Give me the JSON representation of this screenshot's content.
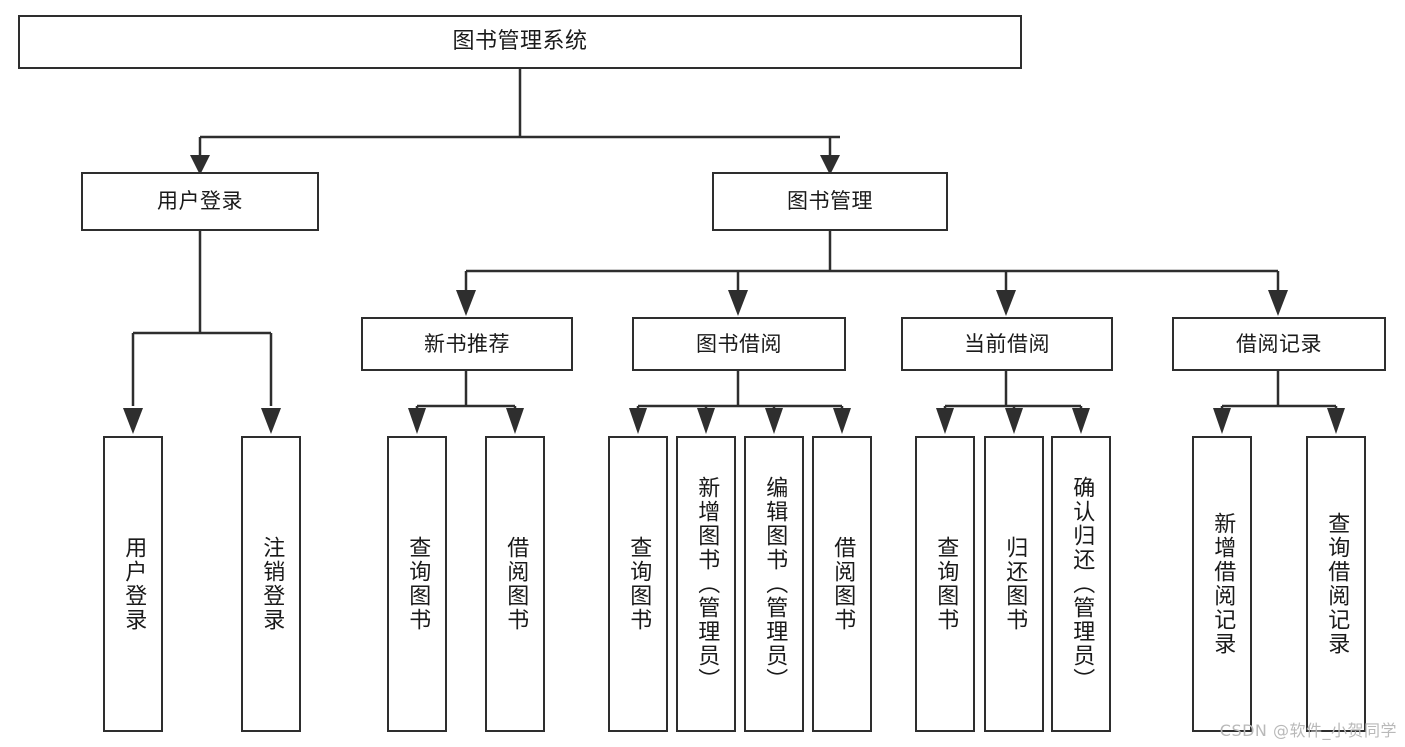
{
  "diagram": {
    "title": "图书管理系统",
    "type": "tree-hierarchy-chart",
    "watermark": "CSDN @软件_小贺同学",
    "line_color": "#2e2e2e",
    "box_fill": "#ffffff",
    "background": "#ffffff"
  },
  "nodes": {
    "root": {
      "label": "图书管理系统"
    },
    "branches": [
      {
        "key": "user_login",
        "label": "用户登录"
      },
      {
        "key": "book_manage",
        "label": "图书管理"
      }
    ],
    "subbranches": [
      {
        "key": "new_book_rec",
        "label": "新书推荐"
      },
      {
        "key": "book_borrow",
        "label": "图书借阅"
      },
      {
        "key": "current_borrow",
        "label": "当前借阅"
      },
      {
        "key": "borrow_record",
        "label": "借阅记录"
      }
    ],
    "leaves": {
      "user_login": [
        {
          "key": "login",
          "label": "用户登录"
        },
        {
          "key": "logout",
          "label": "注销登录"
        }
      ],
      "new_book_rec": [
        {
          "key": "query_book_1",
          "label": "查询图书"
        },
        {
          "key": "borrow_book_1",
          "label": "借阅图书"
        }
      ],
      "book_borrow": [
        {
          "key": "query_book_2",
          "label": "查询图书"
        },
        {
          "key": "add_book",
          "label": "新增图书（管理员）"
        },
        {
          "key": "edit_book",
          "label": "编辑图书（管理员）"
        },
        {
          "key": "borrow_book_2",
          "label": "借阅图书"
        }
      ],
      "current_borrow": [
        {
          "key": "query_book_3",
          "label": "查询图书"
        },
        {
          "key": "return_book",
          "label": "归还图书"
        },
        {
          "key": "confirm_return",
          "label": "确认归还（管理员）"
        }
      ],
      "borrow_record": [
        {
          "key": "add_record",
          "label": "新增借阅记录"
        },
        {
          "key": "query_record",
          "label": "查询借阅记录"
        }
      ]
    }
  }
}
